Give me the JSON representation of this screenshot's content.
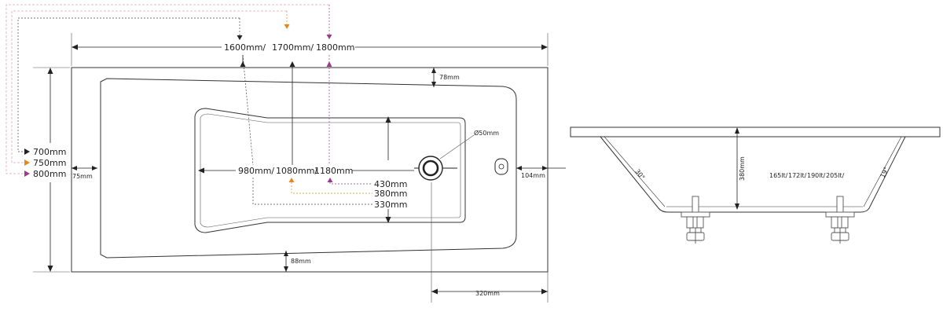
{
  "colors": {
    "ink": "#222222",
    "orange": "#e8861e",
    "magenta": "#9c3b8a",
    "pink": "#e2a1b2",
    "purple_alt": "#a0458f",
    "leg_grey": "#666666"
  },
  "top_view": {
    "length_dims": {
      "l1600": "1600mm/",
      "l1700": "1700mm/",
      "l1800": "1800mm"
    },
    "width_dims": {
      "w700": "700mm",
      "w750": "750mm",
      "w800": "800mm"
    },
    "inner_length_dims": {
      "l980": "980mm/",
      "l1080": "1080mm/",
      "l1180": "1180mm"
    },
    "inner_width_dims": {
      "w430": "430mm",
      "w380": "380mm",
      "w330": "330mm"
    },
    "offsets": {
      "top_rim": "78mm",
      "bottom_rim": "88mm",
      "left_rim": "75mm",
      "right_rim": "104mm",
      "drain_offset": "320mm"
    },
    "drain_diameter": "Ø50mm"
  },
  "side_view": {
    "height_label": "380mm",
    "angle_left": "30°",
    "angle_right": "19°",
    "volumes": {
      "v165": "165lt/",
      "v172": "172lt/",
      "v190": "190lt/",
      "v205": "205lt/"
    }
  }
}
